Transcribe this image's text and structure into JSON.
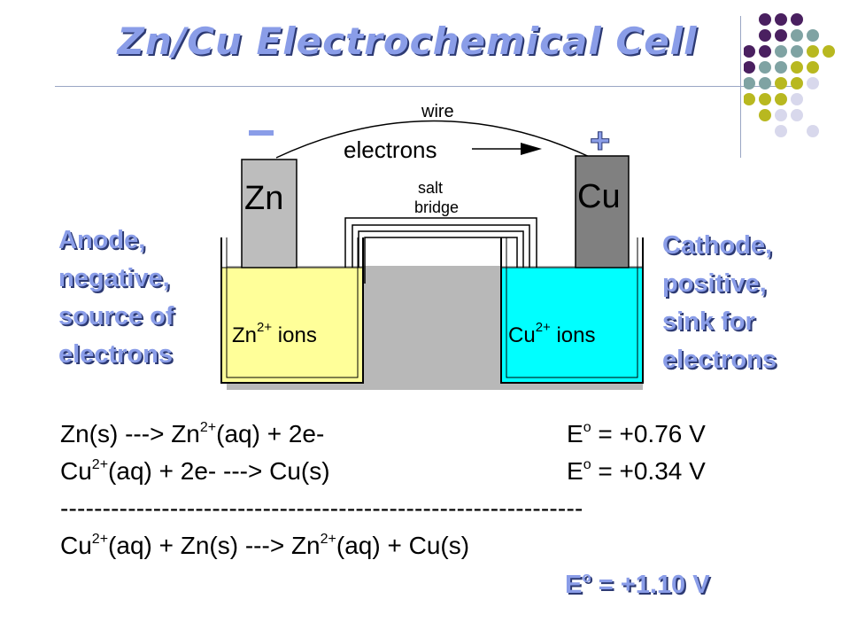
{
  "slide": {
    "title": "Zn/Cu Electrochemical Cell",
    "colors": {
      "title": "#8a9de8",
      "title_shadow": "#2d3a73",
      "zn_solution": "#ffff99",
      "cu_solution": "#00ffff"
    },
    "anode_lines": [
      "Anode,",
      "negative,",
      "source of",
      "electrons"
    ],
    "cathode_lines": [
      "Cathode,",
      "positive,",
      "sink for",
      "electrons"
    ]
  },
  "diagram": {
    "wire_label": "wire",
    "electrons_label": "electrons",
    "minus_sign": "−",
    "plus_sign": "+",
    "salt_bridge_label_1": "salt",
    "salt_bridge_label_2": "bridge",
    "zn_electrode": "Zn",
    "cu_electrode": "Cu",
    "zn_ion_base": "Zn",
    "zn_ion_charge": "2+",
    "zn_ion_tail": " ions",
    "cu_ion_base": "Cu",
    "cu_ion_charge": "2+",
    "cu_ion_tail": " ions"
  },
  "equations": {
    "eq1": {
      "a": "Zn(s)  --->  Zn",
      "sup": "2+",
      "b": "(aq)  +  2e-"
    },
    "eq1_e": {
      "a": "E",
      "sup": "o",
      "b": " = +0.76 V"
    },
    "eq2": {
      "a": "Cu",
      "sup": "2+",
      "b": "(aq)  +  2e-  ---> Cu(s)"
    },
    "eq2_e": {
      "a": "E",
      "sup": "o",
      "b": " = +0.34 V"
    },
    "divider": "--------------------------------------------------------------",
    "eq3": {
      "a": "Cu",
      "sup1": "2+",
      "b": "(aq)  +  Zn(s) ---> Zn",
      "sup2": "2+",
      "c": "(aq)  +  Cu(s)"
    },
    "cell_e": {
      "a": "E",
      "sup": "o",
      "b": "  = +1.10 V"
    }
  }
}
